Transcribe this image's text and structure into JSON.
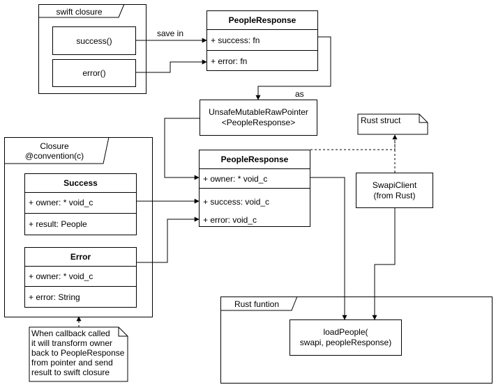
{
  "swift_closure": {
    "title": "swift closure",
    "success_label": "success()",
    "error_label": "error()"
  },
  "people_response_top": {
    "title": "PeopleResponse",
    "success_field": "+ success: fn",
    "error_field": "+ error: fn"
  },
  "edges": {
    "save_in": "save in",
    "as": "as"
  },
  "pointer_box": {
    "line1": "UnsafeMutableRawPointer",
    "line2": "<PeopleResponse>"
  },
  "rust_struct_note": {
    "text": "Rust struct"
  },
  "closure_convention": {
    "title_line1": "Closure",
    "title_line2": "@convention(c)",
    "success_class": {
      "title": "Success",
      "owner_field": "+ owner: * void_c",
      "result_field": "+ result: People"
    },
    "error_class": {
      "title": "Error",
      "owner_field": "+ owner: * void_c",
      "error_field": "+ error: String"
    }
  },
  "people_response_mid": {
    "title": "PeopleResponse",
    "owner_field": "+ owner: * void_c",
    "success_field": "+ success: void_c",
    "error_field": "+ error: void_c"
  },
  "swapi_client": {
    "line1": "SwapiClient",
    "line2": "(from Rust)"
  },
  "rust_function": {
    "title": "Rust funtion",
    "call_line1": "loadPeople(",
    "call_line2": "swapi, peopleResponse)"
  },
  "callback_note": {
    "text": "When callback called\nit will transform owner\nback to PeopleResponse\nfrom pointer and send\nresult to swift closure"
  }
}
